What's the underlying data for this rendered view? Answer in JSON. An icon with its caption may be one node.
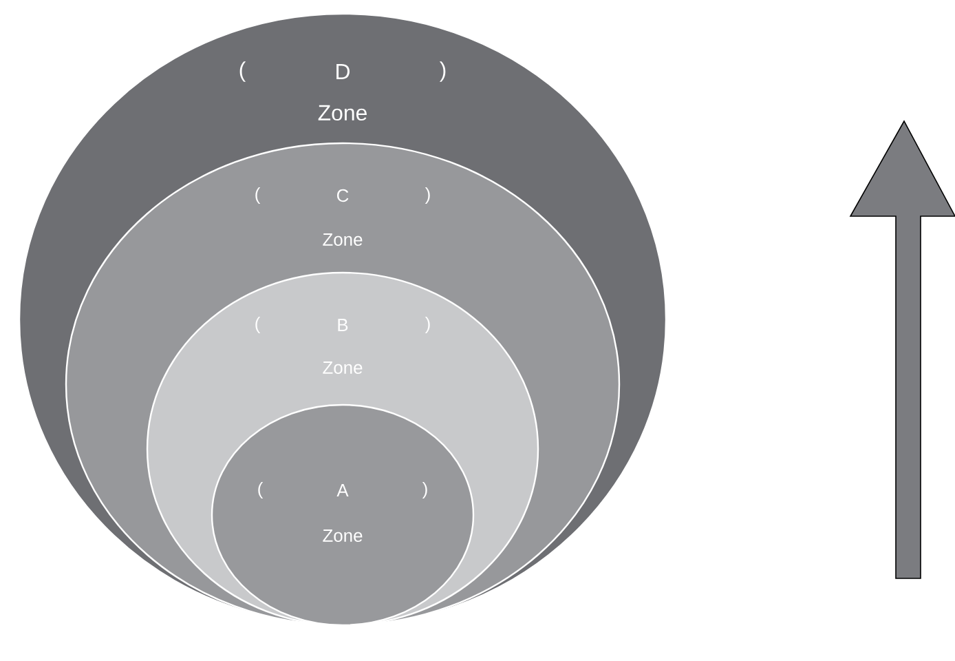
{
  "diagram": {
    "nodes": [
      {
        "text": [
          "(",
          "D",
          ")",
          "Zone"
        ]
      },
      {
        "text": [
          "(",
          "C",
          ")",
          "Zone"
        ],
        "in": 0
      },
      {
        "text": [
          "(",
          "B",
          ")",
          "Zone"
        ],
        "in": 1
      },
      {
        "text": [
          "(",
          "A",
          ")",
          "Zone"
        ],
        "in": 2
      }
    ]
  }
}
